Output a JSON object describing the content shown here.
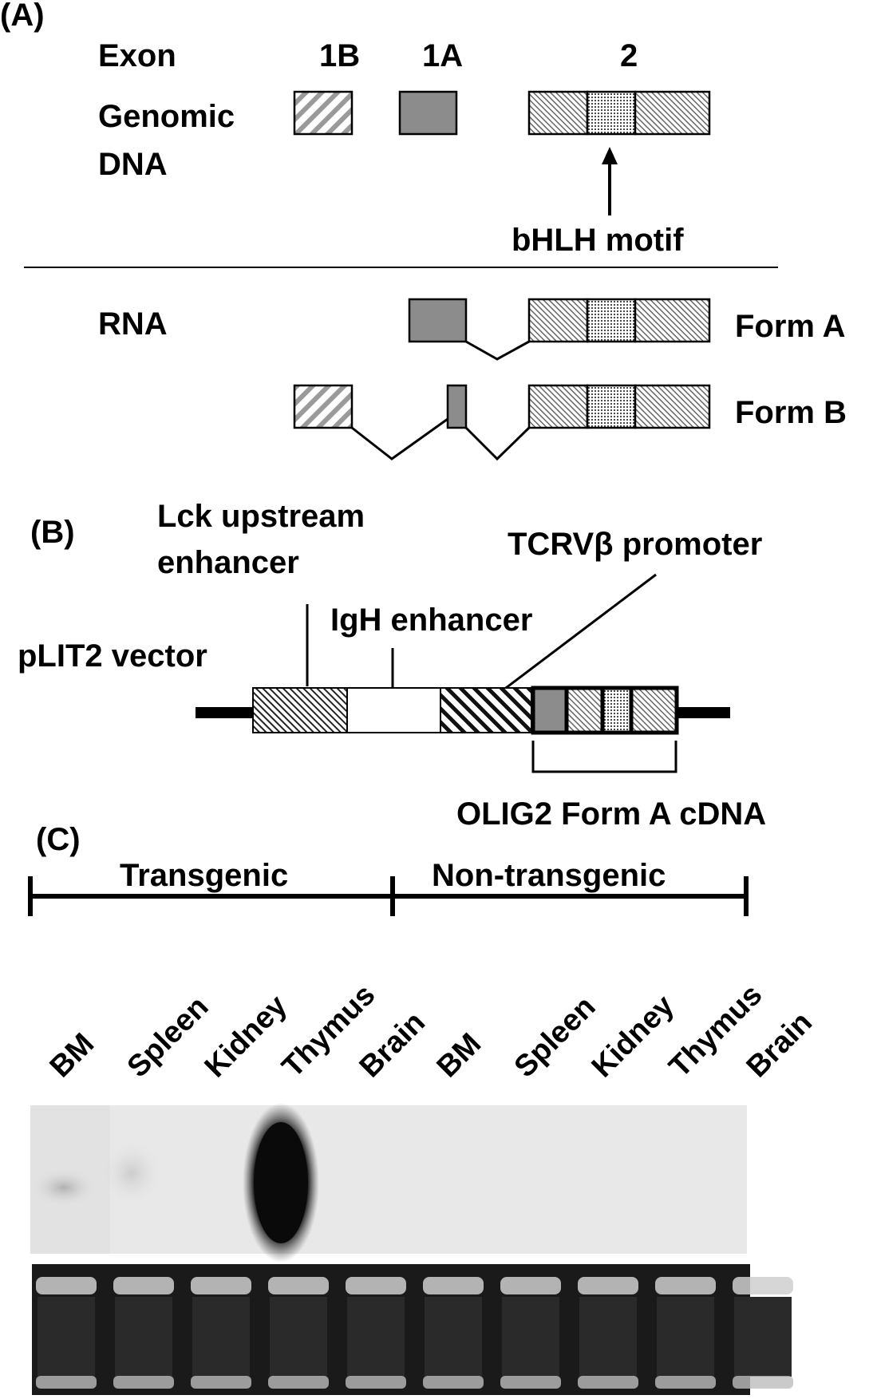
{
  "panel_a": {
    "label": "(A)",
    "exon_header": "Exon",
    "exon_1b": "1B",
    "exon_1a": "1A",
    "exon_2": "2",
    "genomic_line1": "Genomic",
    "genomic_line2": "DNA",
    "motif_label": "bHLH motif",
    "rna_label": "RNA",
    "form_a": "Form A",
    "form_b": "Form B"
  },
  "panel_b": {
    "label": "(B)",
    "lck_line1": "Lck upstream",
    "lck_line2": "enhancer",
    "tcr_promoter": "TCRVβ promoter",
    "igh_enhancer": "IgH enhancer",
    "vector": "pLIT2 vector",
    "cdna": "OLIG2 Form A cDNA"
  },
  "panel_c": {
    "label": "(C)",
    "transgenic": "Transgenic",
    "non_transgenic": "Non-transgenic",
    "lanes": [
      "BM",
      "Spleen",
      "Kidney",
      "Thymus",
      "Brain",
      "BM",
      "Spleen",
      "Kidney",
      "Thymus",
      "Brain"
    ]
  },
  "colors": {
    "exon_1a_fill": "#8c8c8c",
    "exon_1b_stripe": "#999999",
    "blot_background": "#e8e8e8",
    "gel_background": "#1a1a1a"
  }
}
